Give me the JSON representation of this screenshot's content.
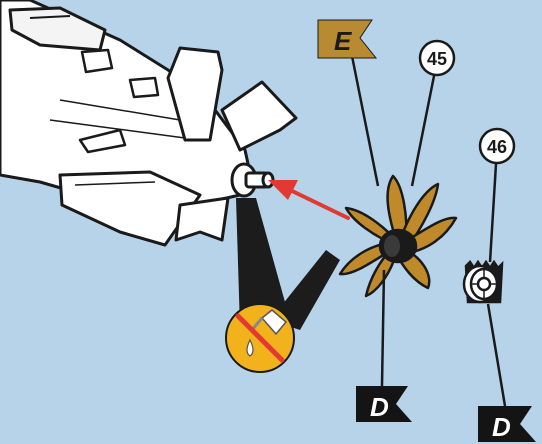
{
  "colors": {
    "background": "#b7d3ea",
    "plane_fill": "#ffffff",
    "outline": "#1a1a1a",
    "propeller": "#c08a2a",
    "propeller_dark": "#8a5f18",
    "arrow": "#e03a32",
    "flag_gold": "#b88a32",
    "flag_black": "#141414",
    "warning_gold": "#f2b21c",
    "warning_slash": "#e03a32"
  },
  "labels": {
    "step_45": "45",
    "step_46": "46",
    "flag_e": "E",
    "flag_d_left": "D",
    "flag_d_right": "D"
  },
  "icons": {
    "warning": "no-glue-icon"
  }
}
